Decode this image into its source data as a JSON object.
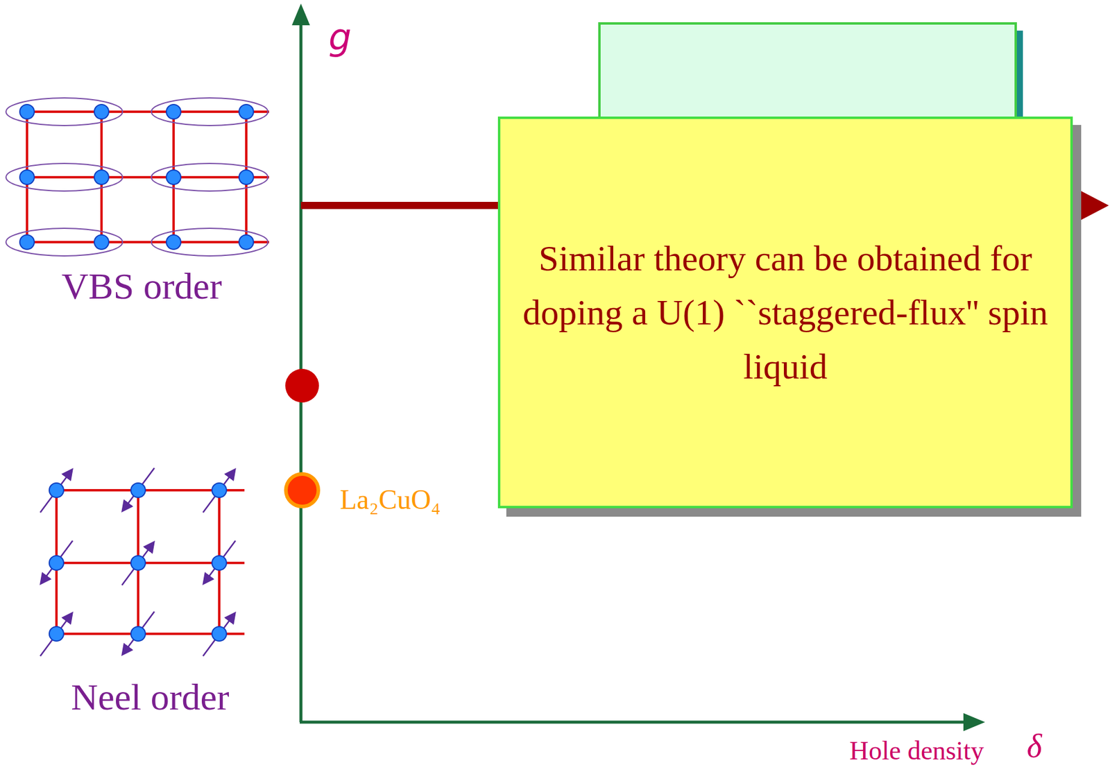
{
  "diagram": {
    "nodes": [
      {
        "text": [
          "Similar theory can be obtained for doping a U(1) ``staggered-flux'' spin liquid"
        ]
      }
    ],
    "labels": [
      "g",
      "VBS order",
      "Neel order",
      "La₂CuO₄",
      "Hole density",
      "δ"
    ]
  }
}
